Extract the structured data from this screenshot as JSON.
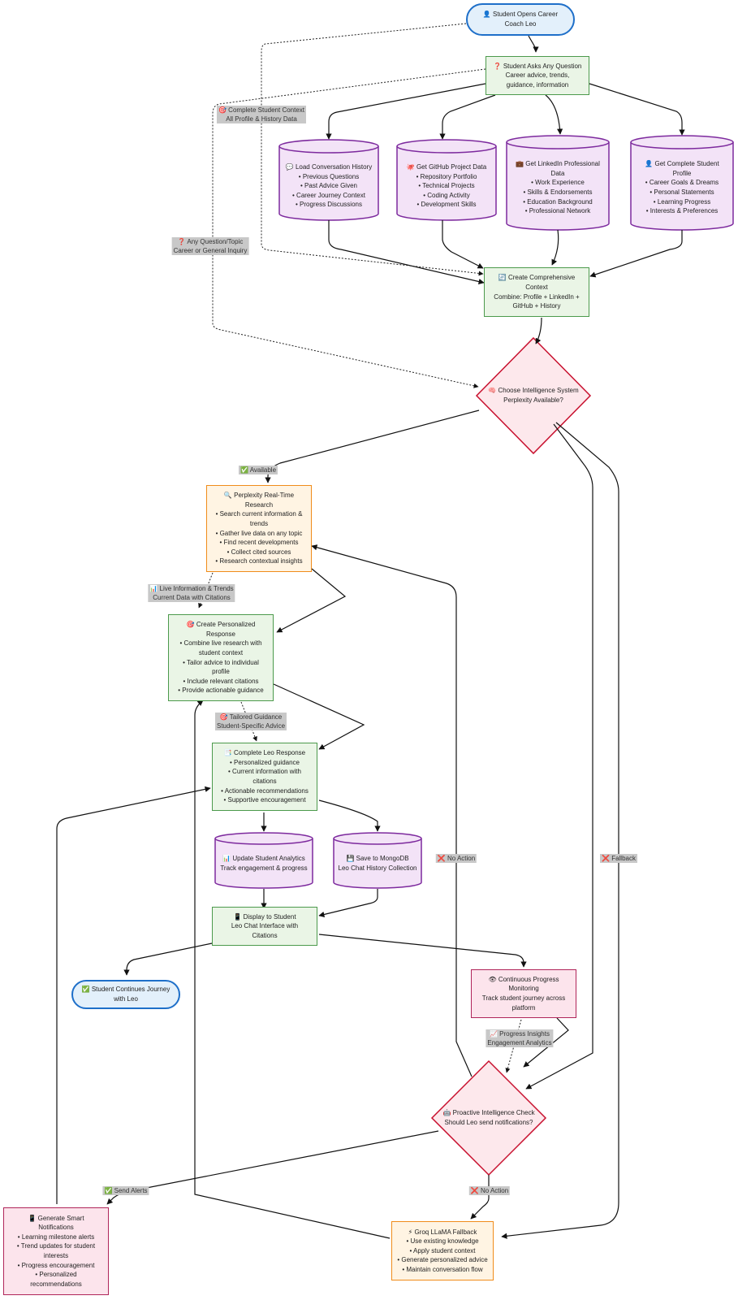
{
  "nodes": {
    "start": {
      "lines": [
        "👤 Student Opens Career",
        "Coach Leo"
      ]
    },
    "ask": {
      "lines": [
        "❓ Student Asks Any Question",
        "Career advice, trends,",
        "guidance, information"
      ]
    },
    "conv": {
      "lines": [
        "💬 Load Conversation History",
        "• Previous Questions",
        "• Past Advice Given",
        "• Career Journey Context",
        "• Progress Discussions"
      ]
    },
    "github": {
      "lines": [
        "🐙 Get GitHub Project Data",
        "• Repository Portfolio",
        "• Technical Projects",
        "• Coding Activity",
        "• Development Skills"
      ]
    },
    "linkedin": {
      "lines": [
        "💼 Get LinkedIn Professional",
        "Data",
        "• Work Experience",
        "• Skills & Endorsements",
        "• Education Background",
        "• Professional Network"
      ]
    },
    "profile": {
      "lines": [
        "👤 Get Complete Student",
        "Profile",
        "• Career Goals & Dreams",
        "• Personal Statements",
        "• Learning Progress",
        "• Interests & Preferences"
      ]
    },
    "context": {
      "lines": [
        "🔄 Create Comprehensive",
        "Context",
        "Combine: Profile + LinkedIn +",
        "GitHub + History"
      ]
    },
    "choose": {
      "lines": [
        "🧠 Choose Intelligence System",
        "Perplexity Available?"
      ]
    },
    "perplexity": {
      "lines": [
        "🔍 Perplexity Real-Time",
        "Research",
        "• Search current information &",
        "trends",
        "• Gather live data on any topic",
        "• Find recent developments",
        "• Collect cited sources",
        "• Research contextual insights"
      ]
    },
    "personal": {
      "lines": [
        "🎯 Create Personalized",
        "Response",
        "• Combine live research with",
        "student context",
        "• Tailor advice to individual",
        "profile",
        "• Include relevant citations",
        "• Provide actionable guidance"
      ]
    },
    "complete": {
      "lines": [
        "📑 Complete Leo Response",
        "• Personalized guidance",
        "• Current information with",
        "citations",
        "• Actionable recommendations",
        "• Supportive encouragement"
      ]
    },
    "analytics": {
      "lines": [
        "📊 Update Student Analytics",
        "Track engagement & progress"
      ]
    },
    "mongo": {
      "lines": [
        "💾 Save to MongoDB",
        "Leo Chat History Collection"
      ]
    },
    "display": {
      "lines": [
        "📱 Display to Student",
        "Leo Chat Interface with",
        "Citations"
      ]
    },
    "continues": {
      "lines": [
        "✅ Student Continues Journey",
        "with Leo"
      ]
    },
    "monitor": {
      "lines": [
        "👁 Continuous Progress",
        "Monitoring",
        "Track student journey across",
        "platform"
      ]
    },
    "proactive": {
      "lines": [
        "🤖 Proactive Intelligence Check",
        "Should Leo send notifications?"
      ]
    },
    "smart": {
      "lines": [
        "📱 Generate Smart",
        "Notifications",
        "• Learning milestone alerts",
        "• Trend updates for student",
        "interests",
        "• Progress encouragement",
        "• Personalized",
        "recommendations"
      ]
    },
    "groq": {
      "lines": [
        "⚡ Groq LLaMA Fallback",
        "• Use existing knowledge",
        "• Apply student context",
        "• Generate personalized advice",
        "• Maintain conversation flow"
      ]
    }
  },
  "edge_labels": {
    "complete_ctx": {
      "lines": [
        "🎯 Complete Student Context",
        "All Profile & History Data"
      ]
    },
    "any_question": {
      "lines": [
        "❓ Any Question/Topic",
        "Career or General Inquiry"
      ]
    },
    "available": {
      "lines": [
        "✅ Available"
      ]
    },
    "live_info": {
      "lines": [
        "📊 Live Information & Trends",
        "Current Data with Citations"
      ]
    },
    "tailored": {
      "lines": [
        "🎯 Tailored Guidance",
        "Student-Specific Advice"
      ]
    },
    "no_action_1": {
      "lines": [
        "❌ No Action"
      ]
    },
    "fallback": {
      "lines": [
        "❌ Fallback"
      ]
    },
    "progress": {
      "lines": [
        "📈 Progress Insights",
        "Engagement Analytics"
      ]
    },
    "send_alerts": {
      "lines": [
        "✅ Send Alerts"
      ]
    },
    "no_action_2": {
      "lines": [
        "❌ No Action"
      ]
    }
  },
  "colors": {
    "stadium_fill": "#e3f0fb",
    "stadium_stroke": "#1e6fc9",
    "process_fill": "#eaf5e6",
    "process_stroke": "#4c9a4c",
    "db_fill": "#f3e3f7",
    "db_stroke": "#7d2a9e",
    "decision_fill": "#fde8ec",
    "decision_stroke": "#c8102e",
    "orange_fill": "#fff4e3",
    "orange_stroke": "#f08c1a",
    "pink_fill": "#fce4ec",
    "pink_stroke": "#b0255a",
    "label_bg": "#c8c8c8"
  }
}
